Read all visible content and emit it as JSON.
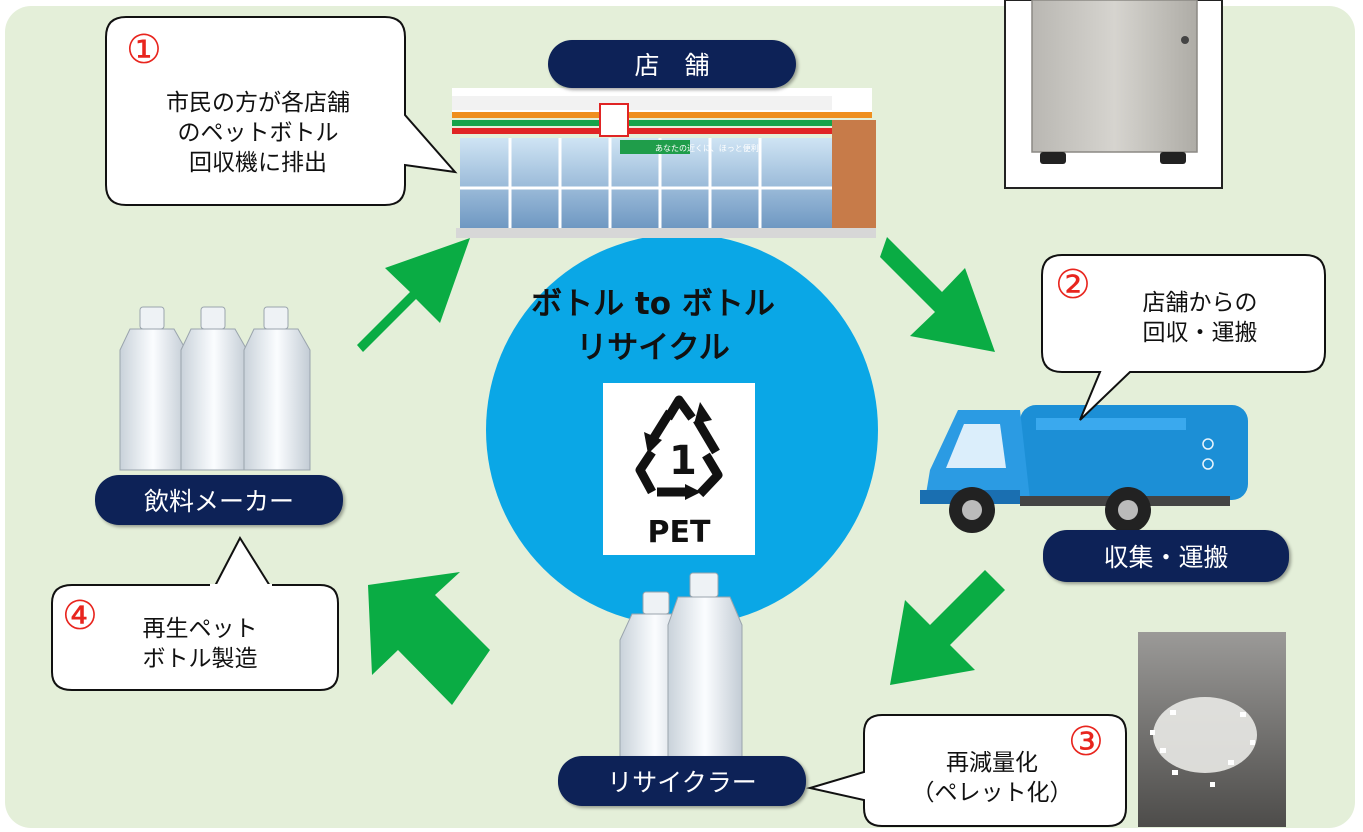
{
  "title": {
    "line1": "ボトル to ボトル",
    "line2": "リサイクル"
  },
  "pet_symbol": {
    "number": "1",
    "label": "PET"
  },
  "nodes": {
    "store": "店　舗",
    "collection": "収集・運搬",
    "recycler": "リサイクラー",
    "beverage_maker": "飲料メーカー"
  },
  "steps": {
    "step1": {
      "number": "①",
      "lines": [
        "市民の方が各店舗",
        "のペットボトル",
        "回収機に排出"
      ]
    },
    "step2": {
      "number": "②",
      "lines": [
        "店舗からの",
        "回収・運搬"
      ]
    },
    "step3": {
      "number": "③",
      "lines": [
        "再減量化",
        "（ペレット化）"
      ]
    },
    "step4": {
      "number": "④",
      "lines": [
        "再生ペット",
        "ボトル製造"
      ]
    }
  },
  "store_sign": "あなたの近くに、ほっと便利",
  "colors": {
    "background": "#e4efd9",
    "pill": "#0d2257",
    "arrow": "#0aac44",
    "circle": "#0aa7e6",
    "number": "#e8251e",
    "truck": "#1c8fd6"
  }
}
